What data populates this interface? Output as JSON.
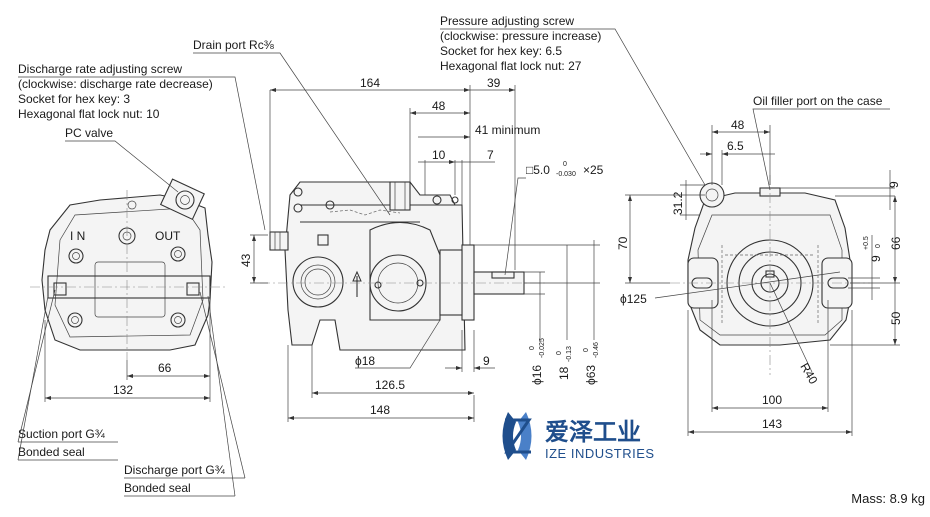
{
  "labels": {
    "discharge_adj_title": "Discharge rate adjusting screw",
    "discharge_adj_note": "(clockwise: discharge rate decrease)",
    "discharge_adj_socket": "Socket for hex key: 3",
    "discharge_adj_nut": "Hexagonal flat lock nut: 10",
    "pc_valve": "PC valve",
    "drain_port": "Drain port Rc⅜",
    "pressure_adj_title": "Pressure adjusting screw",
    "pressure_adj_note": "(clockwise: pressure increase)",
    "pressure_adj_socket": "Socket for hex key: 6.5",
    "pressure_adj_nut": "Hexagonal flat lock nut: 27",
    "oil_filler": "Oil filler port on the case",
    "suction_port": "Suction port G¾",
    "bonded_seal_1": "Bonded seal",
    "discharge_port": "Discharge port G¾",
    "bonded_seal_2": "Bonded seal",
    "in_mark": "I N",
    "out_mark": "OUT"
  },
  "dimensions": {
    "d164": "164",
    "d39": "39",
    "d48a": "48",
    "d41": "41 minimum",
    "d10": "10",
    "d7": "7",
    "key_main": "□5.0",
    "key_tol_up": "0",
    "key_tol_low": "-0.030",
    "key_len": "×25",
    "d43": "43",
    "d66a": "66",
    "d132": "132",
    "phi18": "ϕ18",
    "d9a": "9",
    "d126_5": "126.5",
    "d148": "148",
    "phi16": "ϕ16",
    "phi16_up": "0",
    "phi16_low": "-0.025",
    "d18": "18",
    "d18_up": "0",
    "d18_low": "-0.13",
    "phi63": "ϕ63",
    "phi63_up": "0",
    "phi63_low": "-0.46",
    "d48b": "48",
    "d6_5": "6.5",
    "d31_2": "31.2",
    "d70": "70",
    "phi125": "ϕ125",
    "d9b": "9",
    "d66b": "66",
    "d9_5": "9",
    "d9_5_up": "+0.5",
    "d9_5_low": "0",
    "d50": "50",
    "r40": "R40",
    "d100": "100",
    "d143": "143"
  },
  "logo": {
    "chinese": "爱泽工业",
    "english": "IZE INDUSTRIES",
    "color": "#1f4e8c"
  },
  "mass": "Mass: 8.9 kg"
}
